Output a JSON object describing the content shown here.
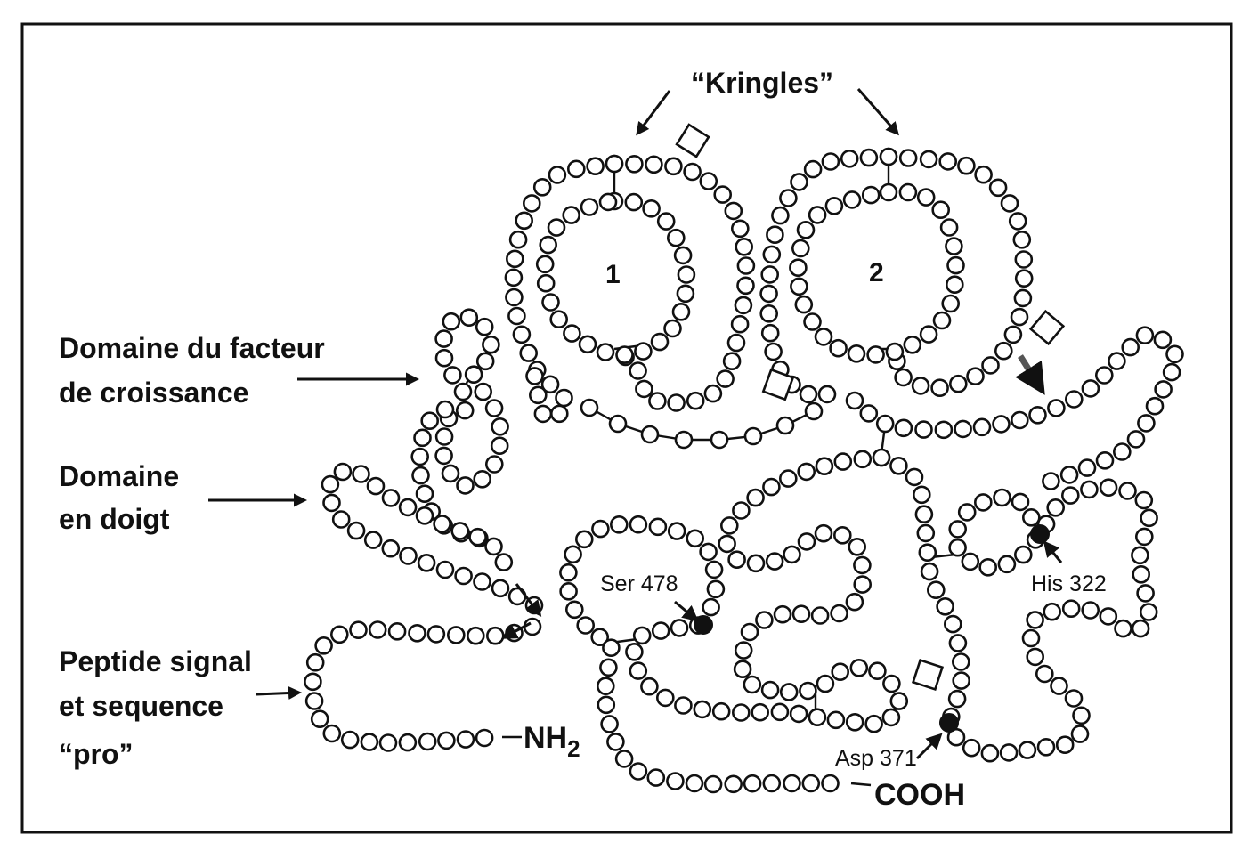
{
  "diagram": {
    "kringles_label": "“Kringles”",
    "kringle_1": "1",
    "kringle_2": "2",
    "growth_factor_domain": [
      "Domaine du facteur",
      "de croissance"
    ],
    "finger_domain": [
      "Domaine",
      "en doigt"
    ],
    "signal_peptide": [
      "Peptide signal",
      "et sequence",
      "“pro”"
    ],
    "n_terminus": "NH",
    "n_terminus_subscript": "2",
    "c_terminus": "COOH",
    "active_sites": {
      "ser": "Ser 478",
      "his": "His 322",
      "asp": "Asp 371"
    },
    "colors": {
      "ink": "#111111",
      "background": "#ffffff",
      "cleavage_arrow": "#555555"
    }
  }
}
